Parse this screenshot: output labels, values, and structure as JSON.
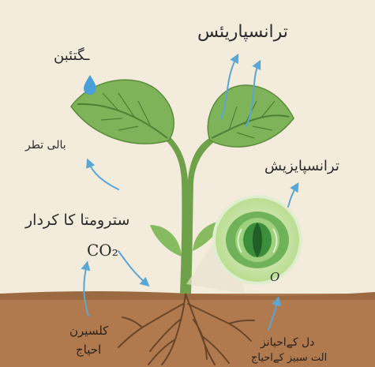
{
  "labels": {
    "transpiration_top": "ترانسپاریئس",
    "guttation": "ـگتئبن",
    "upper_surface": "بالی تطر",
    "transpiration_right": "ترانسپایزیش",
    "stomata_role": "سترومتا کا کردار",
    "co2": "CO₂",
    "stoma_letter": "O",
    "soil_left_line1": "کلسیرن",
    "soil_left_line2": "احیاج",
    "soil_right_line1": "دل کےاحیانز",
    "soil_right_line2": "الت سبیز کےاحیاج"
  },
  "colors": {
    "background": "#f3ebdc",
    "soil": "#b07a4e",
    "leaf": "#7fb35a",
    "stem": "#6fa14a",
    "arrow": "#5aa6d4",
    "water_drop": "#4a9fd6",
    "stoma": "#2f7d32"
  }
}
